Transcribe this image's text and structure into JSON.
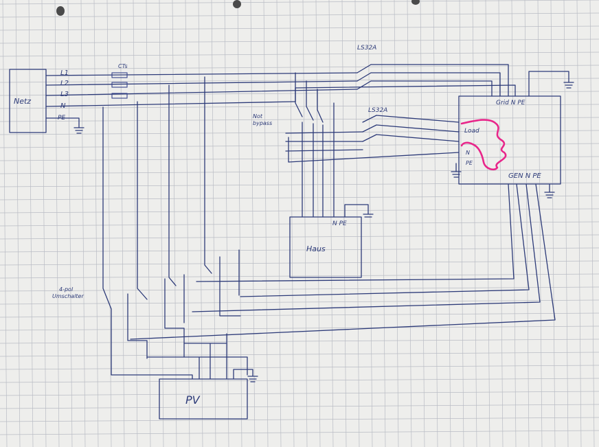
{
  "grid": {
    "color": "#b9bcc4",
    "ink": "#2c3a78",
    "highlight": "#e8268a"
  },
  "labels": {
    "netz": "Netz",
    "l1": "L1",
    "l2": "L2",
    "l3": "L3",
    "n": "N",
    "pe": "PE",
    "cts": "CTs",
    "ls_top": "LS32A",
    "ls_mid": "LS32A",
    "not_bypass_1": "Not",
    "not_bypass_2": "bypass",
    "grid_port": "Grid N PE",
    "load": "Load",
    "load_n": "N",
    "load_pe": "PE",
    "gen": "GEN N PE",
    "haus_npe": "N PE",
    "haus": "Haus",
    "umschalter_1": "4-pol",
    "umschalter_2": "Umschalter",
    "pv": "PV"
  }
}
